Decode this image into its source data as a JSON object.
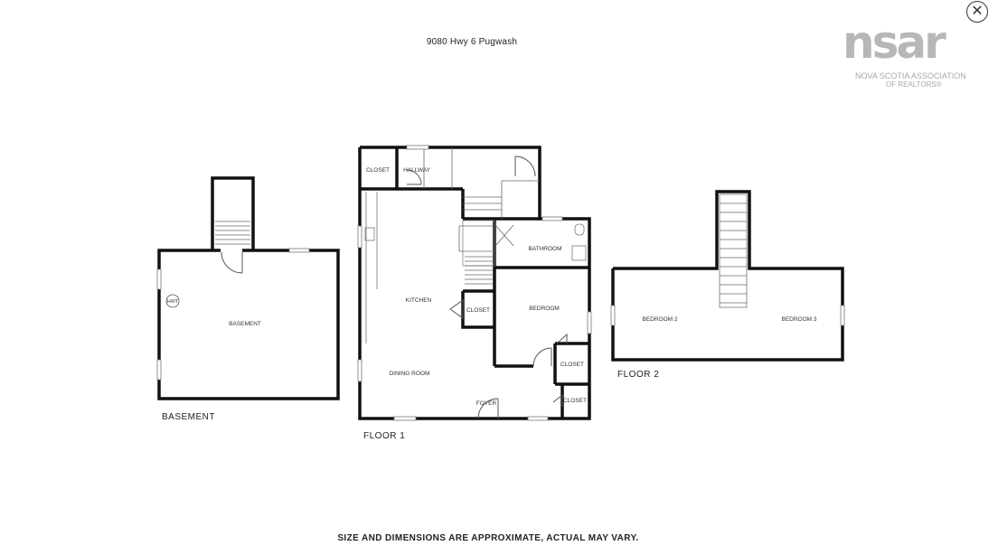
{
  "header": {
    "address": "9080 Hwy 6 Pugwash"
  },
  "logo": {
    "wordmark": "nsar",
    "line1": "NOVA SCOTIA ASSOCIATION",
    "line2": "OF REALTORS®"
  },
  "close_icon": "close-icon",
  "floors": {
    "basement": {
      "label": "BASEMENT",
      "rooms": {
        "basement": "BASEMENT",
        "hwt": "HWT"
      }
    },
    "floor1": {
      "label": "FLOOR 1",
      "rooms": {
        "closet_top": "CLOSET",
        "hallway": "HALLWAY",
        "bathroom": "BATHROOM",
        "kitchen": "KITCHEN",
        "closet_mid": "CLOSET",
        "bedroom": "BEDROOM",
        "dining": "DINING ROOM",
        "closet_right1": "CLOSET",
        "foyer": "FOYER",
        "closet_right2": "CLOSET"
      }
    },
    "floor2": {
      "label": "FLOOR 2",
      "rooms": {
        "bedroom2": "BEDROOM 2",
        "bedroom3": "BEDROOM 3"
      }
    }
  },
  "footer": {
    "disclaimer": "SIZE AND DIMENSIONS ARE APPROXIMATE, ACTUAL MAY VARY."
  },
  "colors": {
    "wall": "#111111",
    "thin": "#555555",
    "logo": "#b7b7b7"
  }
}
